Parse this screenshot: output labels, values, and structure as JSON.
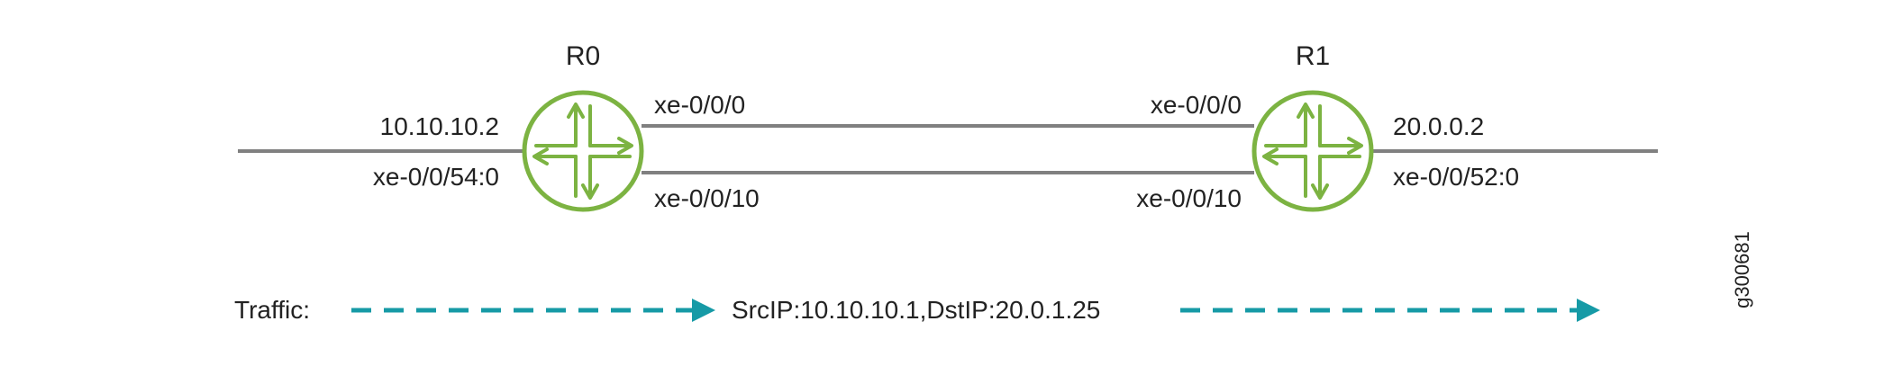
{
  "routers": {
    "r0": {
      "name": "R0"
    },
    "r1": {
      "name": "R1"
    }
  },
  "labels": {
    "r0_ip": "10.10.10.2",
    "r0_ext_iface": "xe-0/0/54:0",
    "r0_top_iface": "xe-0/0/0",
    "r0_bottom_iface": "xe-0/0/10",
    "r1_top_iface": "xe-0/0/0",
    "r1_bottom_iface": "xe-0/0/10",
    "r1_ip": "20.0.0.2",
    "r1_ext_iface": "xe-0/0/52:0"
  },
  "traffic": {
    "label": "Traffic:",
    "flow": "SrcIP:10.10.10.1,DstIP:20.0.1.25"
  },
  "figure_id": "g300681",
  "colors": {
    "router": "#7cb342",
    "link": "#808080",
    "traffic": "#169aa6",
    "text": "#222222"
  }
}
